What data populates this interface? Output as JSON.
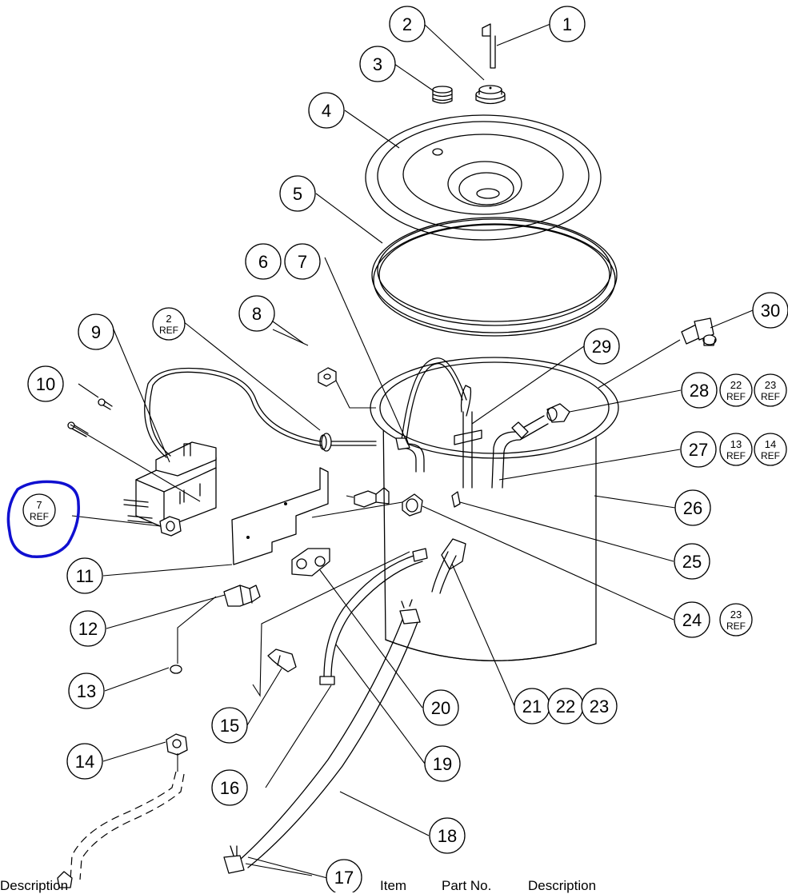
{
  "footer": {
    "left_description": "Description",
    "right_item": "Item",
    "right_part_no": "Part No.",
    "right_description": "Description"
  },
  "balloons": [
    {
      "id": "b1",
      "label": "1"
    },
    {
      "id": "b2",
      "label": "2"
    },
    {
      "id": "b3",
      "label": "3"
    },
    {
      "id": "b4",
      "label": "4"
    },
    {
      "id": "b5",
      "label": "5"
    },
    {
      "id": "b6",
      "label": "6"
    },
    {
      "id": "b7",
      "label": "7"
    },
    {
      "id": "b8",
      "label": "8"
    },
    {
      "id": "b9",
      "label": "9"
    },
    {
      "id": "b10",
      "label": "10"
    },
    {
      "id": "b11",
      "label": "11"
    },
    {
      "id": "b12",
      "label": "12"
    },
    {
      "id": "b13",
      "label": "13"
    },
    {
      "id": "b14",
      "label": "14"
    },
    {
      "id": "b15",
      "label": "15"
    },
    {
      "id": "b16",
      "label": "16"
    },
    {
      "id": "b17",
      "label": "17"
    },
    {
      "id": "b18",
      "label": "18"
    },
    {
      "id": "b19",
      "label": "19"
    },
    {
      "id": "b20",
      "label": "20"
    },
    {
      "id": "b21",
      "label": "21"
    },
    {
      "id": "b22",
      "label": "22"
    },
    {
      "id": "b23",
      "label": "23"
    },
    {
      "id": "b24",
      "label": "24"
    },
    {
      "id": "b25",
      "label": "25"
    },
    {
      "id": "b26",
      "label": "26"
    },
    {
      "id": "b27",
      "label": "27"
    },
    {
      "id": "b28",
      "label": "28"
    },
    {
      "id": "b29",
      "label": "29"
    },
    {
      "id": "b30",
      "label": "30"
    }
  ],
  "ref_balloons": [
    {
      "id": "r2",
      "num": "2",
      "ref": "REF"
    },
    {
      "id": "r7",
      "num": "7",
      "ref": "REF"
    },
    {
      "id": "r22a",
      "num": "22",
      "ref": "REF"
    },
    {
      "id": "r23a",
      "num": "23",
      "ref": "REF"
    },
    {
      "id": "r13",
      "num": "13",
      "ref": "REF"
    },
    {
      "id": "r14",
      "num": "14",
      "ref": "REF"
    },
    {
      "id": "r23b",
      "num": "23",
      "ref": "REF"
    }
  ],
  "highlight": {
    "color": "#1010d0"
  },
  "colors": {
    "line": "#000000",
    "background": "#ffffff"
  }
}
